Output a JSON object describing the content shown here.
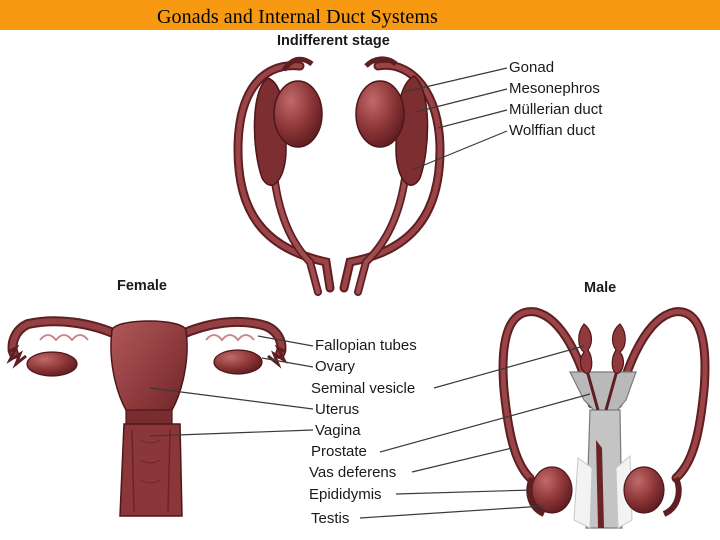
{
  "title": "Gonads and Internal Duct Systems",
  "stages": {
    "indifferent": "Indifferent stage",
    "female": "Female",
    "male": "Male"
  },
  "indifferent_labels": [
    "Gonad",
    "Mesonephros",
    "Müllerian duct",
    "Wolffian duct"
  ],
  "adult_labels": [
    "Fallopian tubes",
    "Ovary",
    "Seminal vesicle",
    "Uterus",
    "Vagina",
    "Prostate",
    "Vas deferens",
    "Epididymis",
    "Testis"
  ],
  "colors": {
    "title_bar": "#f79a12",
    "organ": "#8e3a3c",
    "organ_dark": "#5e1e22",
    "organ_light": "#b86a6c",
    "prostate": "#b9b9b9"
  }
}
